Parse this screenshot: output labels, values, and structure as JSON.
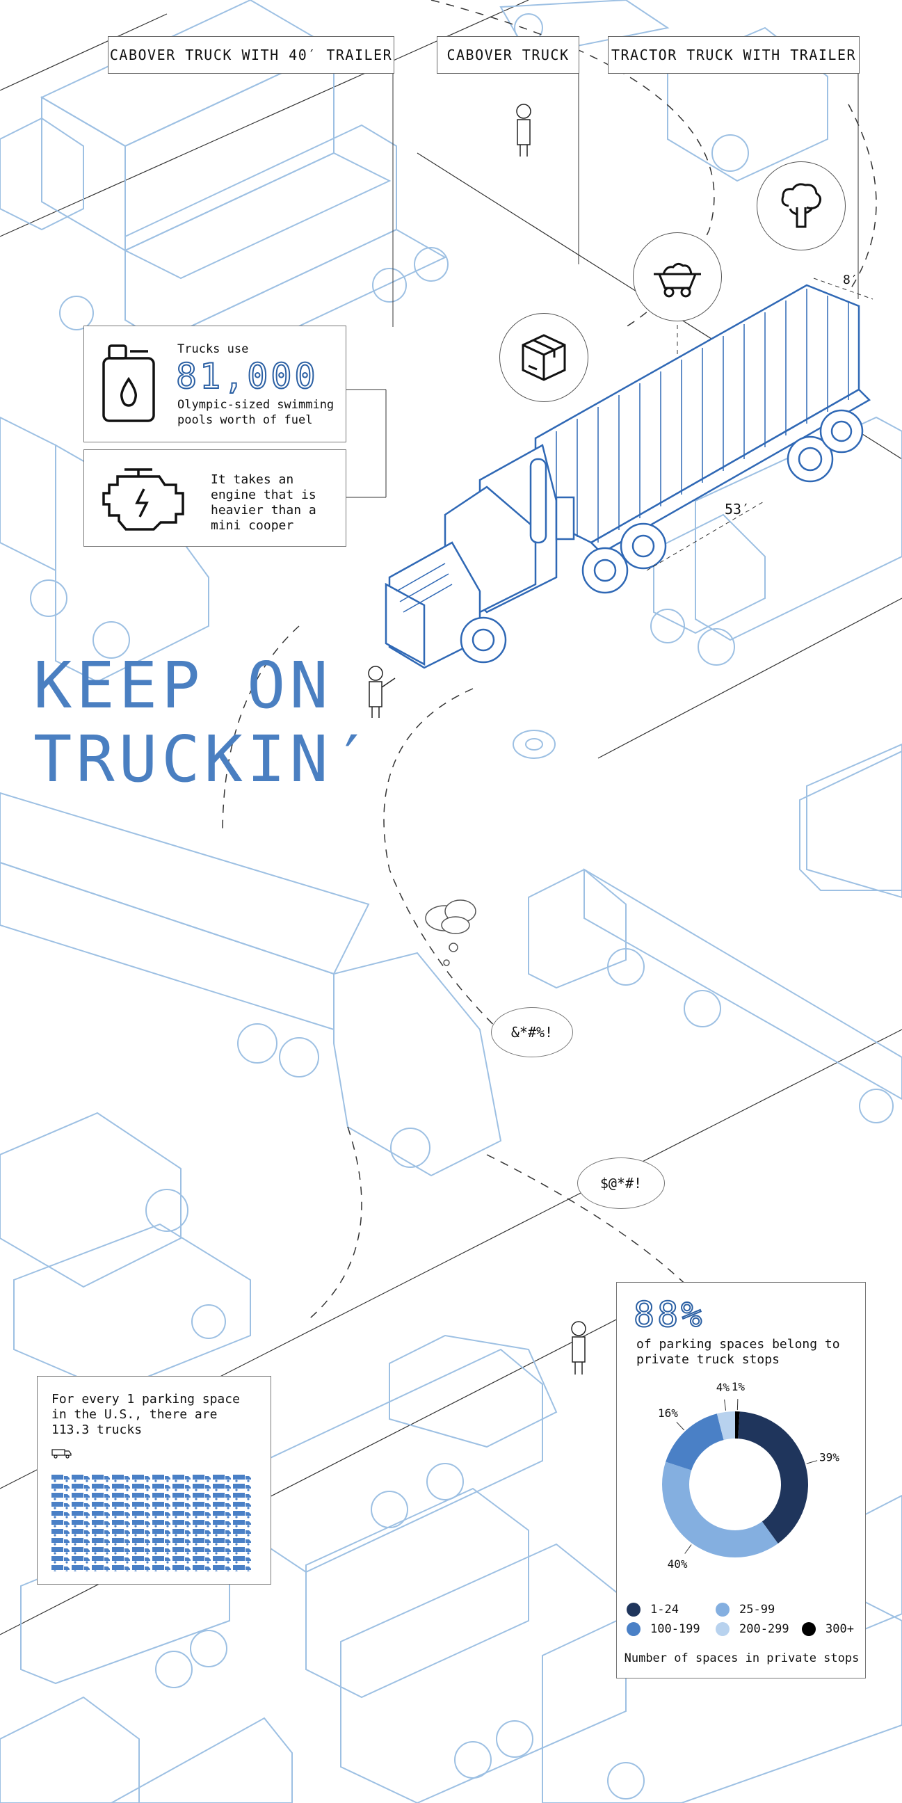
{
  "header_labels": {
    "cabover_40": "CABOVER TRUCK WITH 40′ TRAILER",
    "cabover": "CABOVER TRUCK",
    "tractor": "TRACTOR TRUCK WITH TRAILER"
  },
  "dimensions": {
    "width": "8′",
    "length": "53′"
  },
  "fuel_card": {
    "lead": "Trucks use",
    "number": "81,000",
    "text": "Olympic-sized swimming pools worth of fuel"
  },
  "engine_card": {
    "text": "It takes an engine that is heavier than a mini cooper"
  },
  "headline": {
    "line1": "KEEP ON",
    "line2": "TRUCKIN′"
  },
  "speech": {
    "bubble1": "&*#%!",
    "bubble2": "$@*#!"
  },
  "parking_card": {
    "text": "For every 1 parking space in the U.S., there are 113.3 trucks",
    "truck_count": 113.3
  },
  "stat_card": {
    "percent": "88%",
    "text": "of parking spaces belong to private truck stops",
    "caption": "Number of spaces in private stops"
  },
  "colors": {
    "accent": "#4a7fc1",
    "line_light": "#9dc0e3",
    "dark_navy": "#1f355c",
    "mid_blue": "#4a80c6",
    "light_blue": "#84afe0",
    "pale_blue": "#b8d2ee",
    "black": "#000000"
  },
  "chart_data": {
    "type": "pie",
    "title": "",
    "caption": "Number of spaces in private stops",
    "slices": [
      {
        "label": "1-24",
        "value": 39,
        "display": "39%",
        "color": "#1f355c"
      },
      {
        "label": "25-99",
        "value": 40,
        "display": "40%",
        "color": "#84afe0"
      },
      {
        "label": "100-199",
        "value": 16,
        "display": "16%",
        "color": "#4a80c6"
      },
      {
        "label": "200-299",
        "value": 4,
        "display": "4%",
        "color": "#b8d2ee"
      },
      {
        "label": "300+",
        "value": 1,
        "display": "1%",
        "color": "#000000"
      }
    ],
    "slice_order": [
      "1-24",
      "25-99",
      "100-199",
      "200-299",
      "300+"
    ],
    "donut": true,
    "legend_position": "bottom"
  }
}
